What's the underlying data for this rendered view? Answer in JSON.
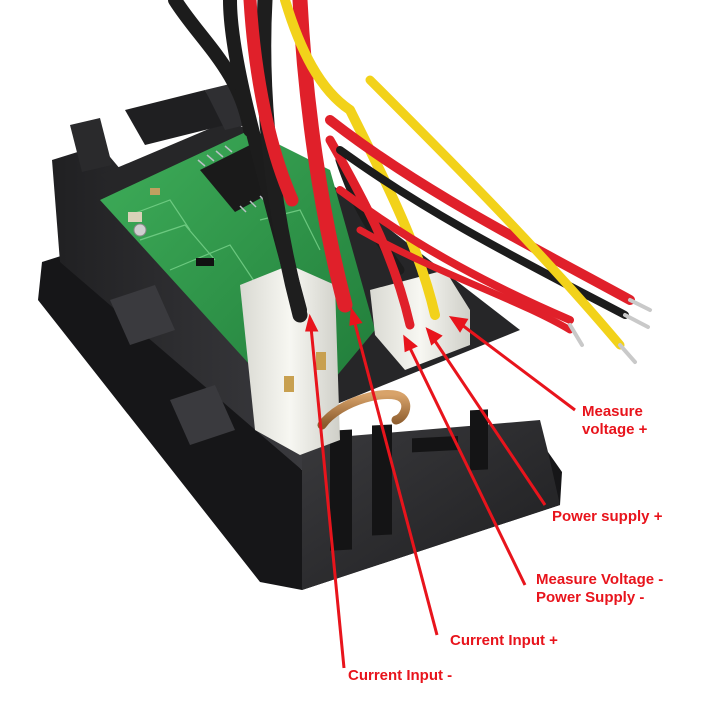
{
  "labels": {
    "measure_voltage_plus": [
      "Measure",
      "voltage +"
    ],
    "power_supply_plus": "Power supply +",
    "measure_voltage_minus": [
      "Measure Voltage -",
      "Power Supply -"
    ],
    "current_input_plus": "Current Input +",
    "current_input_minus": "Current Input -"
  },
  "colors": {
    "annotation": "#e8141c",
    "wire_red": "#e0202a",
    "wire_yellow": "#f2d21a",
    "wire_black": "#1c1c1c",
    "pcb_green": "#2f9a4a",
    "housing": "#2a2a2c",
    "connector": "#efefe8"
  },
  "icons": [
    "circuit-board",
    "connector-block",
    "shunt-resistor"
  ]
}
